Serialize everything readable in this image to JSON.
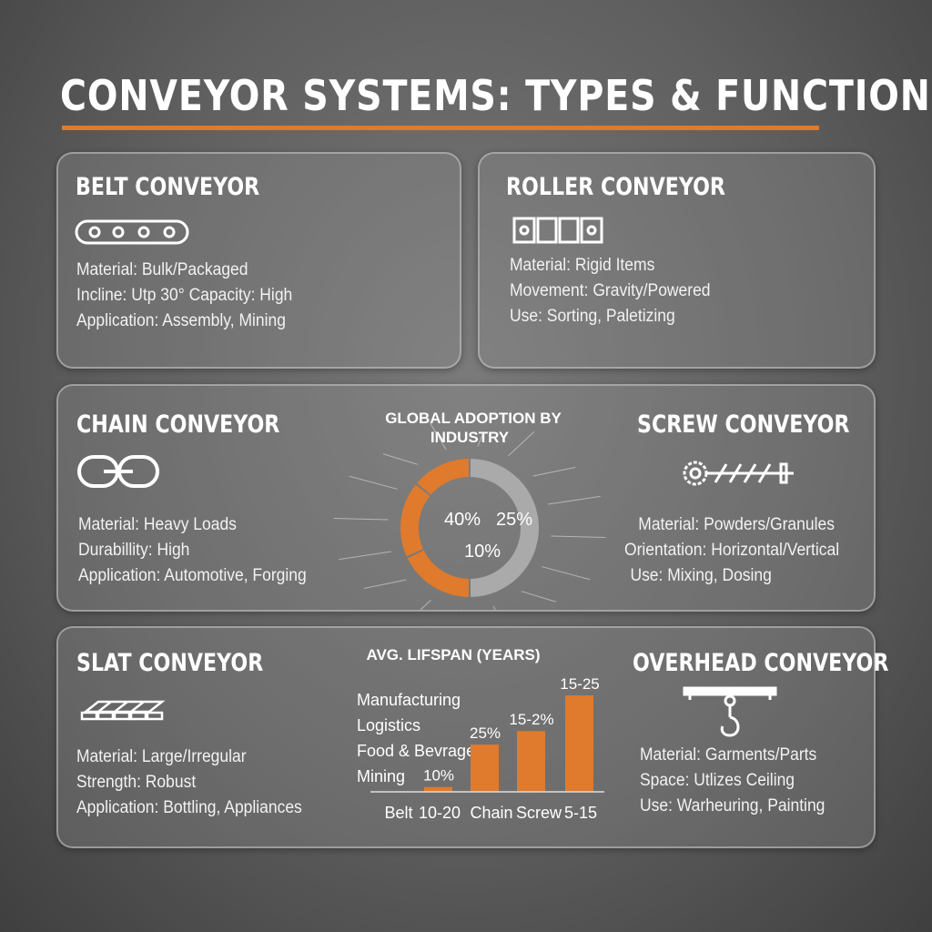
{
  "title": "CONVEYOR SYSTEMS: TYPES & FUNCTIONS",
  "accent": "#e07a2c",
  "belt": {
    "name": "BELT CONVEYOR",
    "icon": "belt-icon",
    "lines": [
      "Material: Bulk/Packaged",
      "Incline: Utp 30°  Capacity: High",
      "Application: Assembly, Mining"
    ]
  },
  "roller": {
    "name": "ROLLER CONVEYOR",
    "icon": "roller-icon",
    "lines": [
      "Material: Rigid Items",
      "Movement: Gravity/Powered",
      "Use: Sorting, Paletizing"
    ]
  },
  "chain": {
    "name": "CHAIN CONVEYOR",
    "icon": "chain-icon",
    "lines": [
      "Material: Heavy Loads",
      "Durabillity: High",
      "Application: Automotive, Forging"
    ]
  },
  "screw": {
    "name": "SCREW CONVEYOR",
    "icon": "screw-icon",
    "lines": [
      "Material: Powders/Granules",
      "Orientation: Horizontal/Vertical",
      "Use: Mixing, Dosing"
    ]
  },
  "slat": {
    "name": "SLAT CONVEYOR",
    "icon": "slat-icon",
    "lines": [
      "Material: Large/Irregular",
      "Strength: Robust",
      "Application: Bottling, Appliances"
    ]
  },
  "overhead": {
    "name": "OVERHEAD CONVEYOR",
    "icon": "hook-icon",
    "lines": [
      "Material: Garments/Parts",
      "Space: Utlizes Ceiling",
      "Use: Warheuring, Painting"
    ]
  },
  "chart_data": [
    {
      "type": "pie",
      "title": "GLOBAL ADOPTION BY INDUSTRY",
      "labels": [
        "40%",
        "25%",
        "10%"
      ],
      "segments": [
        {
          "color": "#e07a2c",
          "fraction": 0.14
        },
        {
          "color": "#e07a2c",
          "fraction": 0.18
        },
        {
          "color": "#e07a2c",
          "fraction": 0.18
        },
        {
          "color": "#aaaaaa",
          "fraction": 0.5
        }
      ]
    },
    {
      "type": "bar",
      "title": "AVG. LIFSPAN (YEARS)",
      "legend_text": [
        "Manufacturing",
        "Logistics",
        "Food & Bevrage",
        "Mining"
      ],
      "categories": [
        "Belt",
        "10-20",
        "Chain",
        "Screw",
        "5-15"
      ],
      "values": [
        0.05,
        0.49,
        0.63,
        1.0
      ],
      "data_labels": [
        "10%",
        "25%",
        "15-2%",
        "15-25"
      ],
      "color": "#e07a2c"
    }
  ]
}
